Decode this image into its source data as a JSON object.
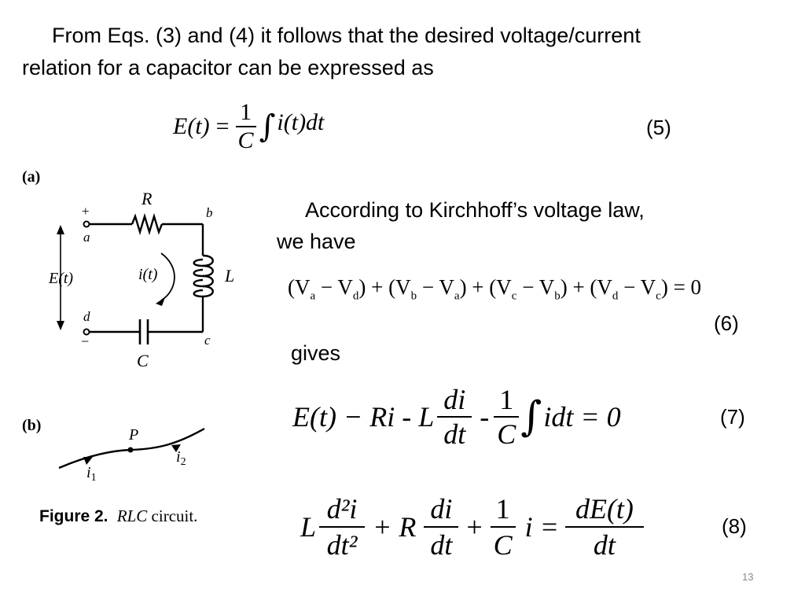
{
  "intro": {
    "line1": "From Eqs. (3) and (4) it follows that the desired voltage/current",
    "line2": "relation for a capacitor can be expressed as"
  },
  "eq5": {
    "lhs": "E(t)",
    "equals": "=",
    "num": "1",
    "den": "C",
    "integral": "∫",
    "integrand": "i(t)dt",
    "number": "(5)"
  },
  "kirchhoff": {
    "line1": "According to Kirchhoff’s voltage law,",
    "line2": "we have"
  },
  "eq6": {
    "expression": "(Va − Vd) + (Vb − Va) + (Vc − Vb) + (Vd − Vc) = 0",
    "number": "(6)"
  },
  "gives": "gives",
  "eq7": {
    "lhs": "E(t) − Ri - L",
    "f1_num": "di",
    "f1_den": "dt",
    "minus": "-",
    "f2_num": "1",
    "f2_den": "C",
    "integral": "∫",
    "rhs": "idt = 0",
    "number": "(7)"
  },
  "eq8": {
    "L": "L",
    "f1_num": "d²i",
    "f1_den": "dt²",
    "plusR": "+ R",
    "f2_num": "di",
    "f2_den": "dt",
    "plus": "+",
    "f3_num": "1",
    "f3_den": "C",
    "i_eq": "i =",
    "f4_num": "dE(t)",
    "f4_den": "dt",
    "number": "(8)"
  },
  "figure": {
    "part_a": "(a)",
    "part_b": "(b)",
    "R": "R",
    "L": "L",
    "C": "C",
    "Et": "E(t)",
    "it": "i(t)",
    "node_a": "a",
    "node_b": "b",
    "node_c": "c",
    "node_d": "d",
    "plus": "+",
    "minus": "−",
    "P": "P",
    "i1": "i1",
    "i2": "i2",
    "caption_bold": "Figure 2.",
    "caption_italic": "RLC",
    "caption_rest": "circuit."
  },
  "page_number": "13"
}
